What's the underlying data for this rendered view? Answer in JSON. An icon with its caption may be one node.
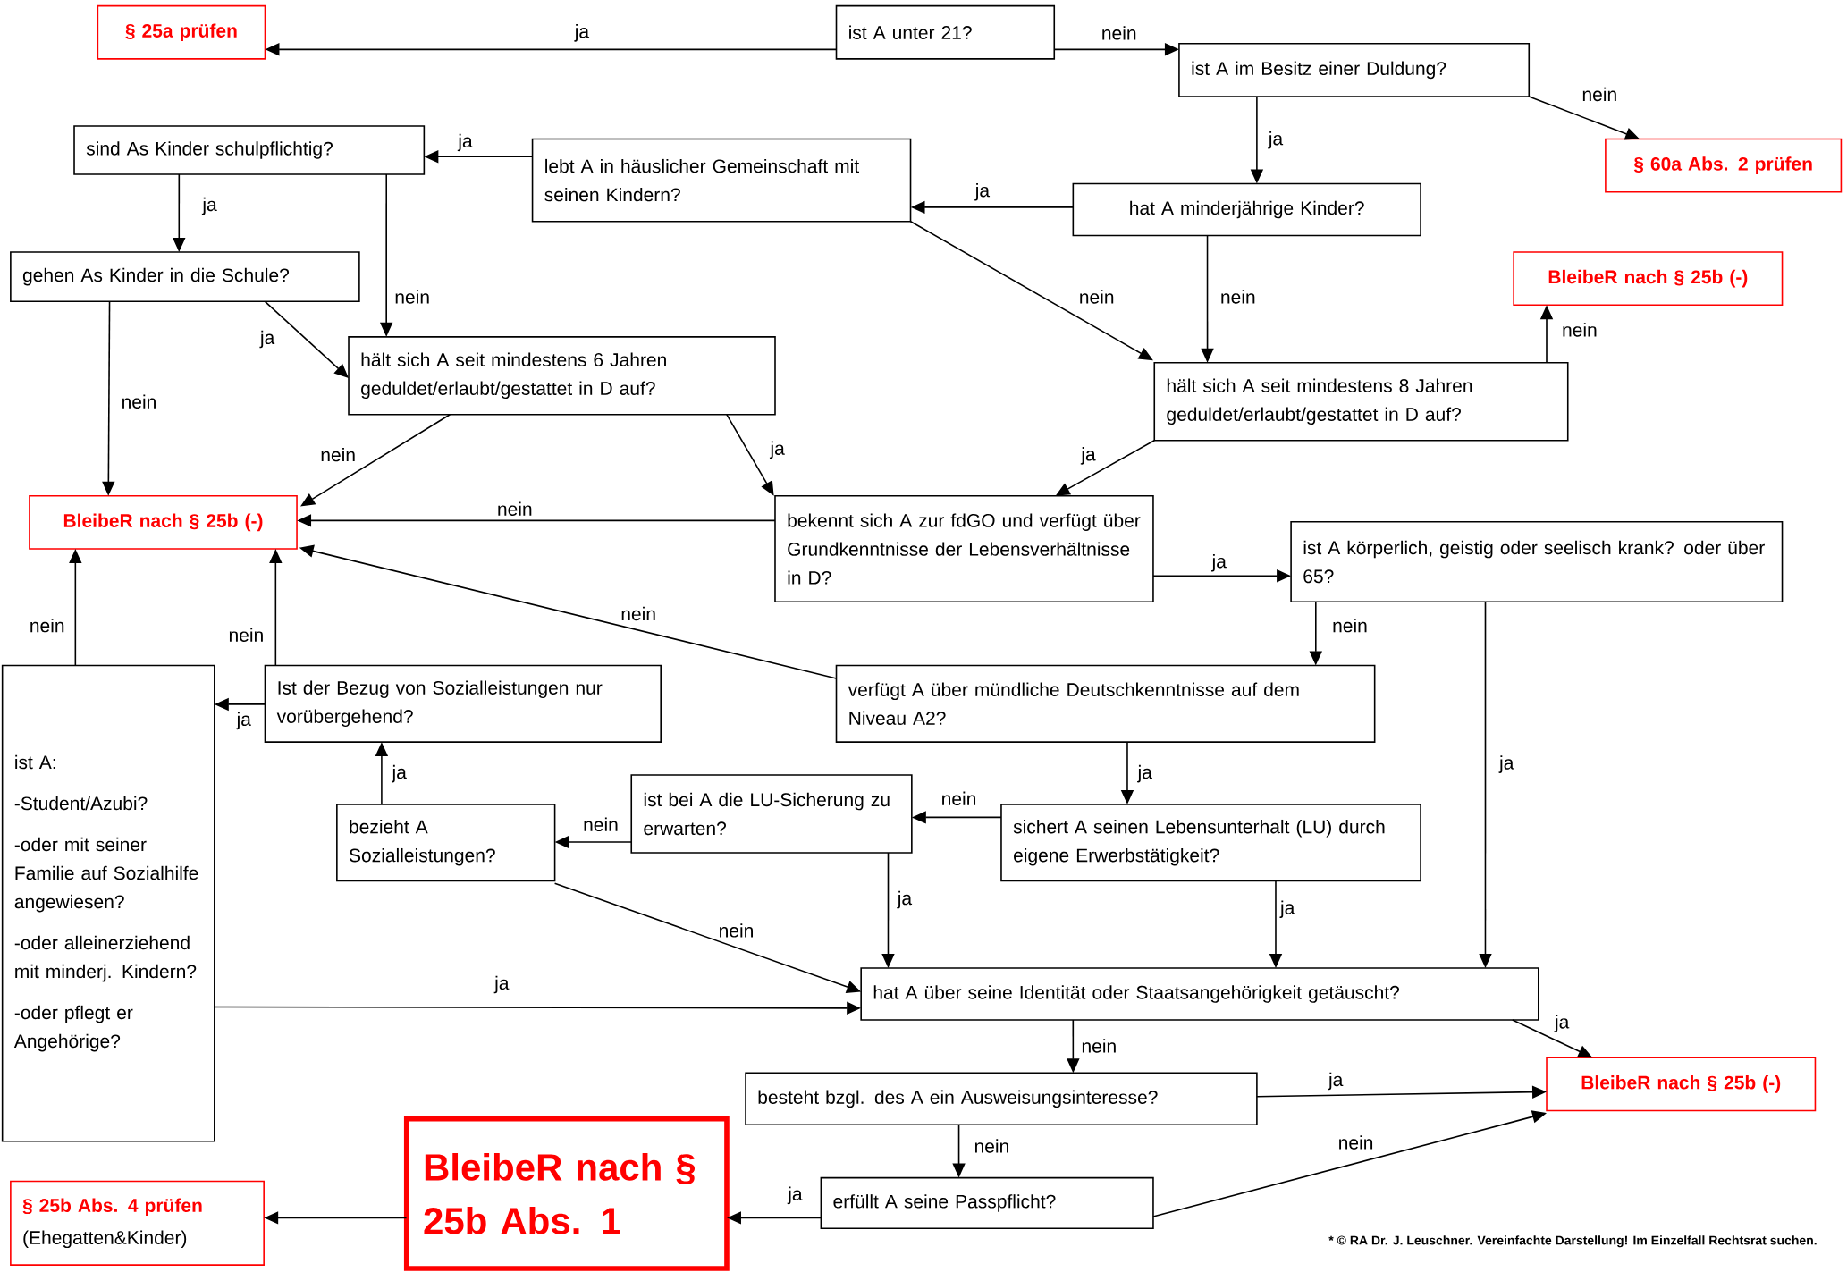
{
  "diagram": {
    "nodes": [
      {
        "text": [
          "§ 25a prüfen"
        ]
      },
      {
        "text": [
          "ist A unter 21?"
        ]
      },
      {
        "text": [
          "ist A im Besitz einer Duldung?"
        ]
      },
      {
        "text": [
          "§ 60a Abs. 2 prüfen"
        ]
      },
      {
        "text": [
          "sind As Kinder schulpflichtig?"
        ]
      },
      {
        "text": [
          "lebt A in häuslicher Gemeinschaft mit seinen Kindern?"
        ]
      },
      {
        "text": [
          "hat A minderjährige Kinder?"
        ]
      },
      {
        "text": [
          "gehen As Kinder in die Schule?"
        ]
      },
      {
        "text": [
          "BleibeR nach § 25b (-)"
        ]
      },
      {
        "text": [
          "hält sich A seit mindestens 6 Jahren geduldet/erlaubt/gestattet in D auf?"
        ]
      },
      {
        "text": [
          "hält sich A seit mindestens 8 Jahren geduldet/erlaubt/gestattet in D auf?"
        ]
      },
      {
        "text": [
          "BleibeR nach § 25b (-)"
        ]
      },
      {
        "text": [
          "bekennt sich A zur fdGO und verfügt über  Grundkenntnisse der Lebensverhältnisse in D?"
        ]
      },
      {
        "text": [
          "ist A körperlich, geistig oder seelisch krank? oder über 65?"
        ]
      },
      {
        "text": [
          "ist A:",
          "-Student/Azubi?",
          "-oder mit seiner Familie auf Sozialhilfe angewiesen?",
          "-oder alleinerziehend mit minderj. Kindern?",
          "-oder pflegt er Angehörige?"
        ]
      },
      {
        "text": [
          "Ist der Bezug von Sozialleistungen nur vorübergehend?"
        ]
      },
      {
        "text": [
          "verfügt A über mündliche Deutschkenntnisse auf dem Niveau A2?"
        ]
      },
      {
        "text": [
          "ist bei A die LU-Sicherung zu erwarten?"
        ]
      },
      {
        "text": [
          "bezieht A Sozialleistungen?"
        ]
      },
      {
        "text": [
          "sichert A seinen Lebensunterhalt (LU) durch eigene Erwerbstätigkeit?"
        ]
      },
      {
        "text": [
          "hat A über seine Identität oder Staatsangehörigkeit getäuscht?"
        ]
      },
      {
        "text": [
          "besteht bzgl. des A ein Ausweisungsinteresse?"
        ]
      },
      {
        "text": [
          "BleibeR nach § 25b (-)"
        ]
      },
      {
        "text": [
          "BleibeR nach § 25b Abs. 1"
        ]
      },
      {
        "text": [
          "erfüllt A seine Passpflicht?"
        ]
      },
      {
        "text": [
          "§ 25b Abs. 4 prüfen",
          "(Ehegatten&Kinder)"
        ]
      }
    ],
    "edges": [
      {
        "from": 1,
        "to": 0,
        "arrow": "to",
        "label": "ja"
      },
      {
        "from": 1,
        "to": 2,
        "arrow": "to",
        "label": "nein"
      },
      {
        "from": 2,
        "to": 3,
        "arrow": "to",
        "label": "nein"
      },
      {
        "from": 2,
        "to": 6,
        "arrow": "to",
        "label": "ja"
      },
      {
        "from": 6,
        "to": 5,
        "arrow": "to",
        "label": "ja"
      },
      {
        "from": 6,
        "to": 10,
        "arrow": "to",
        "label": "nein"
      },
      {
        "from": 5,
        "to": 4,
        "arrow": "to",
        "label": "ja"
      },
      {
        "from": 5,
        "to": 10,
        "arrow": "to",
        "label": "nein"
      },
      {
        "from": 4,
        "to": 7,
        "arrow": "to",
        "label": "ja"
      },
      {
        "from": 4,
        "to": 9,
        "arrow": "to",
        "label": "nein"
      },
      {
        "from": 7,
        "to": 9,
        "arrow": "to",
        "label": "ja"
      },
      {
        "from": 7,
        "to": 11,
        "arrow": "to",
        "label": "nein"
      },
      {
        "from": 10,
        "to": 8,
        "arrow": "to",
        "label": "nein"
      },
      {
        "from": 9,
        "to": 11,
        "arrow": "to",
        "label": "nein"
      },
      {
        "from": 9,
        "to": 12,
        "arrow": "to",
        "label": "ja"
      },
      {
        "from": 10,
        "to": 12,
        "arrow": "to",
        "label": "ja"
      },
      {
        "from": 12,
        "to": 11,
        "arrow": "to",
        "label": "nein"
      },
      {
        "from": 12,
        "to": 13,
        "arrow": "to",
        "label": "ja"
      },
      {
        "from": 13,
        "to": 16,
        "arrow": "to",
        "label": "nein"
      },
      {
        "from": 13,
        "to": 20,
        "arrow": "to",
        "label": "ja"
      },
      {
        "from": 16,
        "to": 11,
        "arrow": "to",
        "label": "nein"
      },
      {
        "from": 16,
        "to": 19,
        "arrow": "to",
        "label": "ja"
      },
      {
        "from": 19,
        "to": 17,
        "arrow": "to",
        "label": "nein"
      },
      {
        "from": 19,
        "to": 20,
        "arrow": "to",
        "label": "ja"
      },
      {
        "from": 17,
        "to": 18,
        "arrow": "to",
        "label": "nein"
      },
      {
        "from": 17,
        "to": 20,
        "arrow": "to",
        "label": "ja"
      },
      {
        "from": 18,
        "to": 15,
        "arrow": "to",
        "label": "ja"
      },
      {
        "from": 18,
        "to": 20,
        "arrow": "to",
        "label": "nein"
      },
      {
        "from": 15,
        "to": 14,
        "arrow": "to",
        "label": "ja"
      },
      {
        "from": 15,
        "to": 11,
        "arrow": "to",
        "label": "nein"
      },
      {
        "from": 14,
        "to": 11,
        "arrow": "to",
        "label": "nein"
      },
      {
        "from": 14,
        "to": 20,
        "arrow": "to",
        "label": "ja"
      },
      {
        "from": 20,
        "to": 22,
        "arrow": "to",
        "label": "ja"
      },
      {
        "from": 20,
        "to": 21,
        "arrow": "to",
        "label": "nein"
      },
      {
        "from": 21,
        "to": 22,
        "arrow": "to",
        "label": "ja"
      },
      {
        "from": 21,
        "to": 24,
        "arrow": "to",
        "label": "nein"
      },
      {
        "from": 24,
        "to": 22,
        "arrow": "to",
        "label": "nein"
      },
      {
        "from": 24,
        "to": 23,
        "arrow": "to",
        "label": "ja"
      },
      {
        "from": 23,
        "to": 25,
        "arrow": "to"
      }
    ],
    "labels": [
      "* © RA Dr. J. Leuschner. Vereinfachte Darstellung! Im Einzelfall Rechtsrat suchen."
    ]
  }
}
